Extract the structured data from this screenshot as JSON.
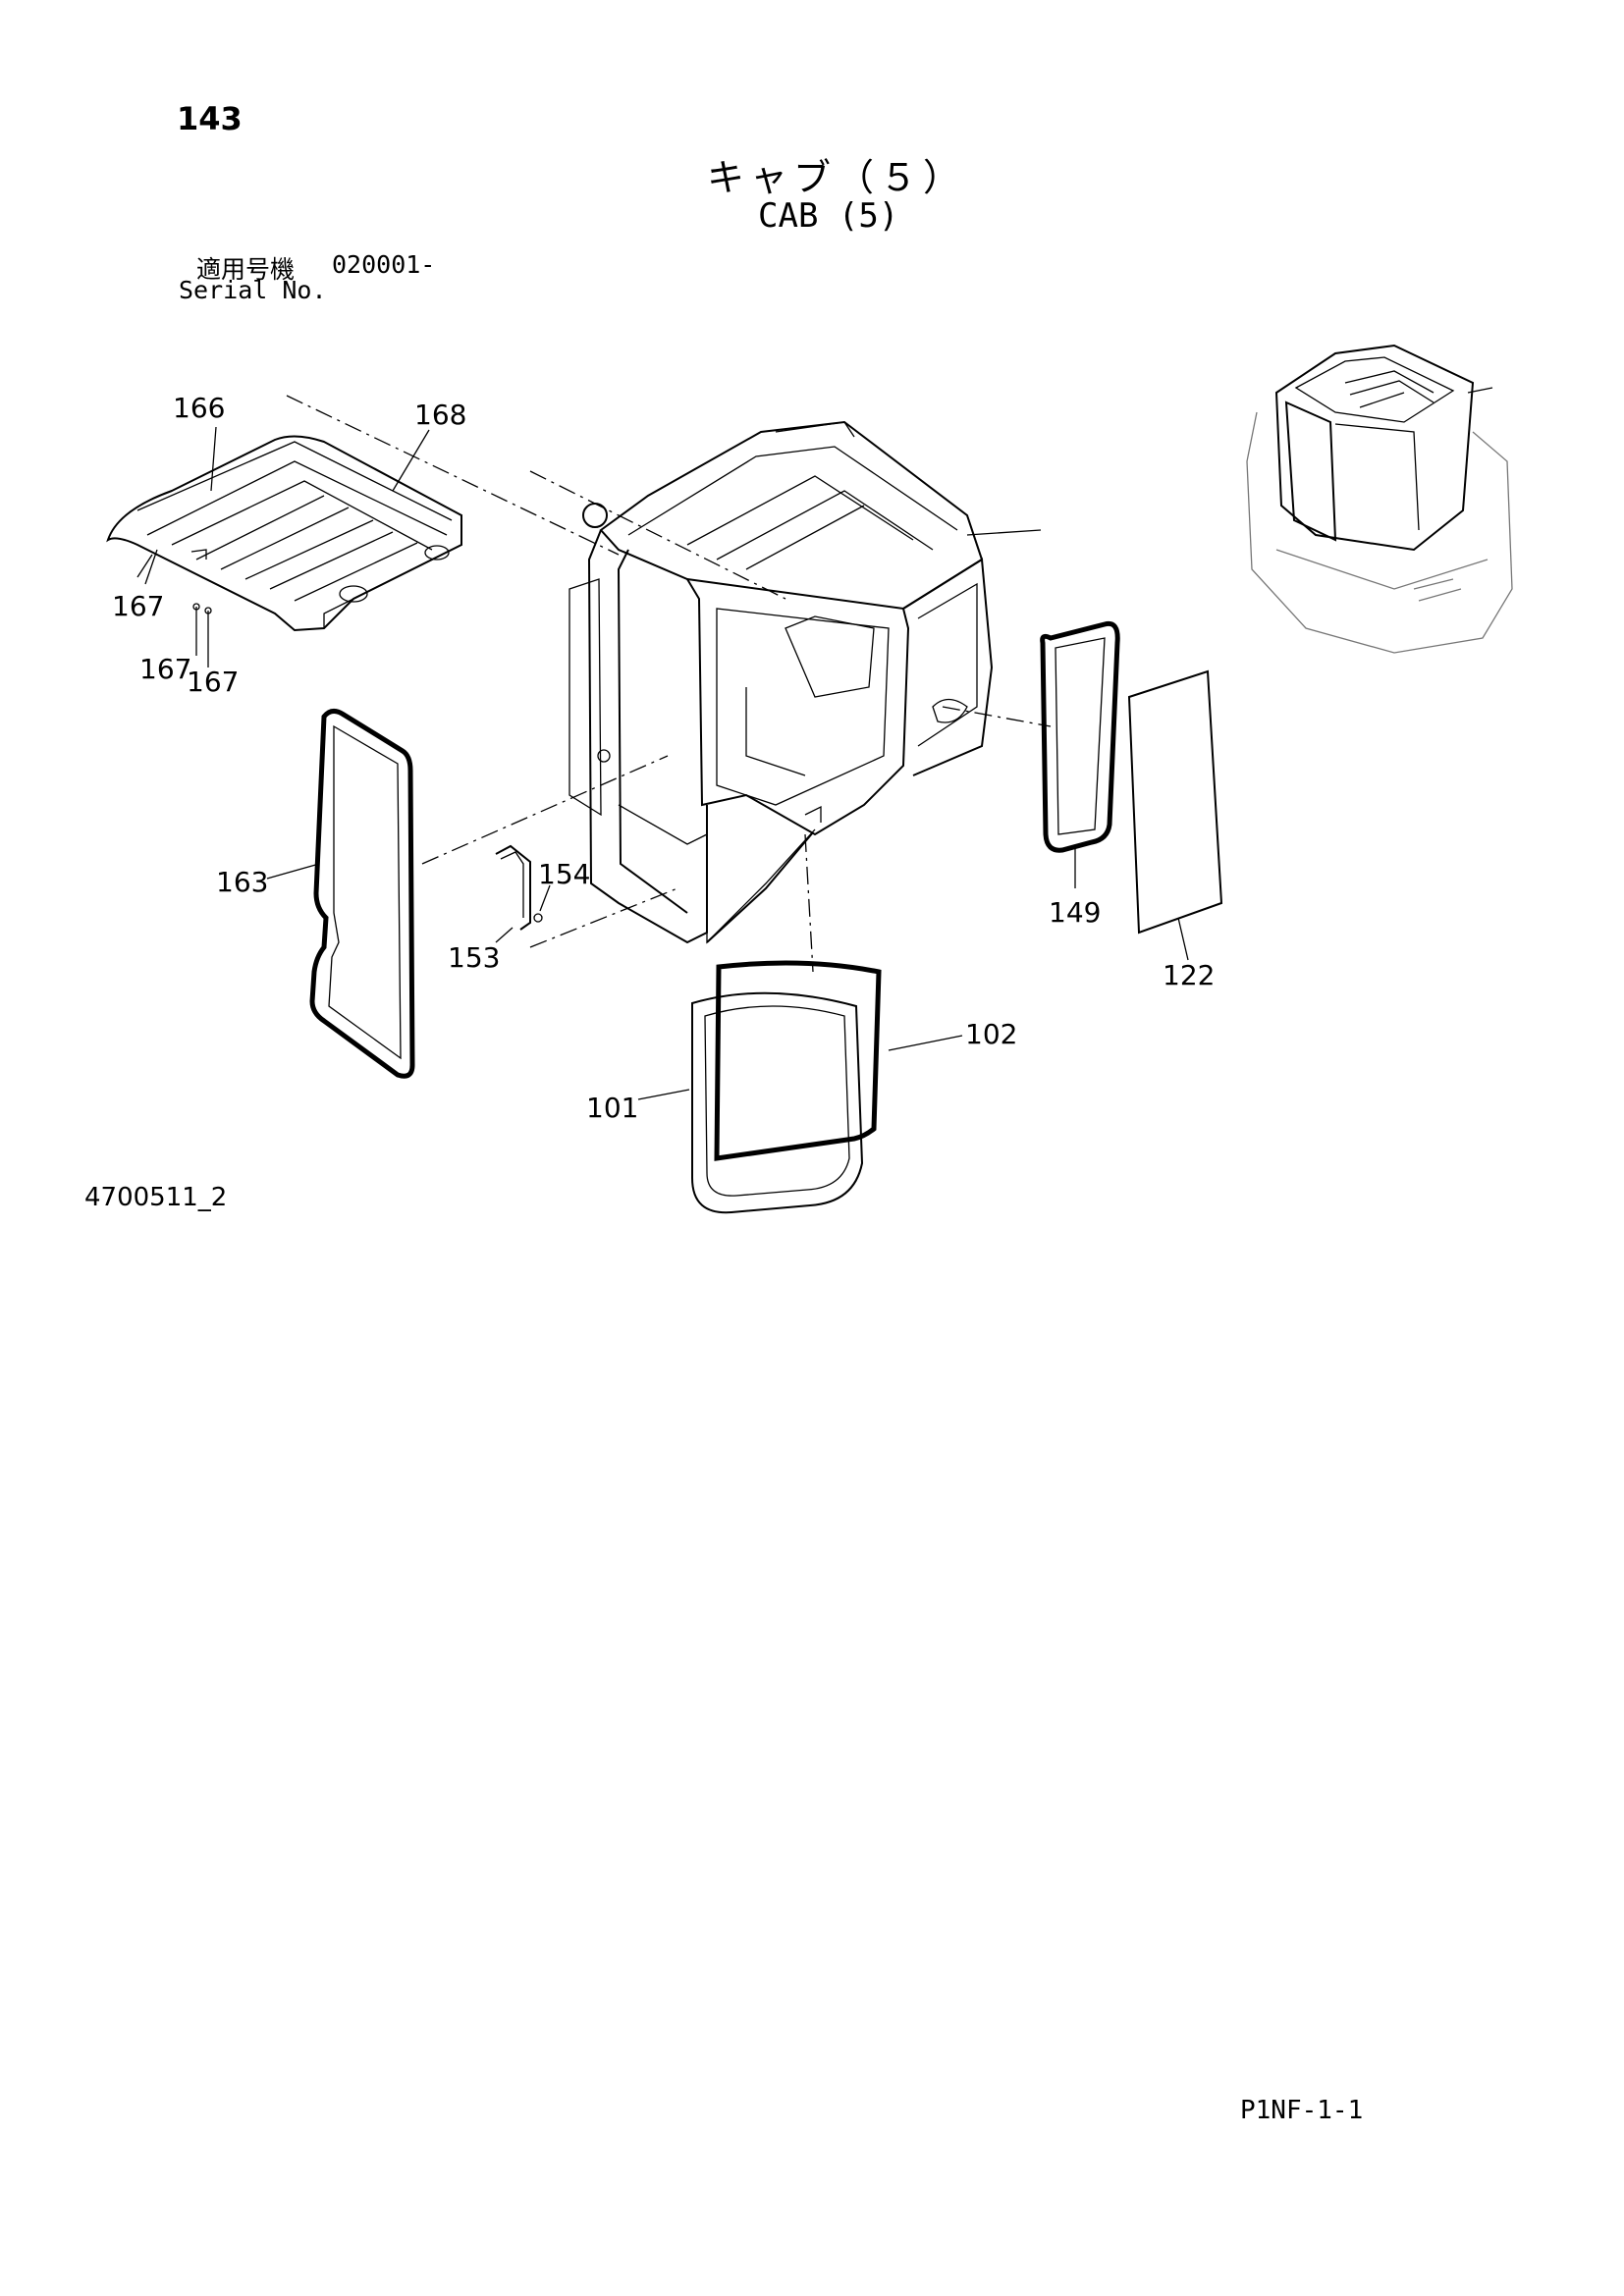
{
  "header": {
    "page_number": "143",
    "title_jp": "キャブ（５）",
    "title_en": "CAB (5)",
    "serial_label_jp": "適用号機",
    "serial_value": "020001-",
    "serial_label_en": "Serial No."
  },
  "callouts": {
    "c166": "166",
    "c168": "168",
    "c167a": "167",
    "c167b": "167",
    "c167c": "167",
    "c163": "163",
    "c154": "154",
    "c153": "153",
    "c149": "149",
    "c122": "122",
    "c102": "102",
    "c101": "101"
  },
  "footer": {
    "drawing_id": "4700511_2",
    "page_code": "P1NF-1-1"
  }
}
